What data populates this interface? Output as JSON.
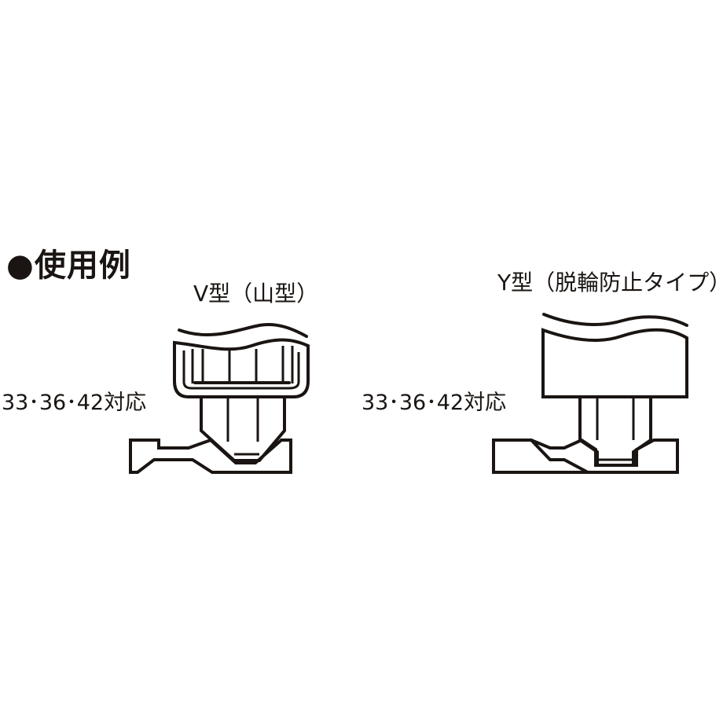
{
  "heading": "●使用例",
  "v_type": {
    "title": "V型（山型）",
    "compat": "33･36･42対応"
  },
  "y_type": {
    "title": "Y型（脱輪防止タイプ）",
    "compat": "33･36･42対応"
  },
  "colors": {
    "line": "#1a1512",
    "background": "#ffffff"
  }
}
